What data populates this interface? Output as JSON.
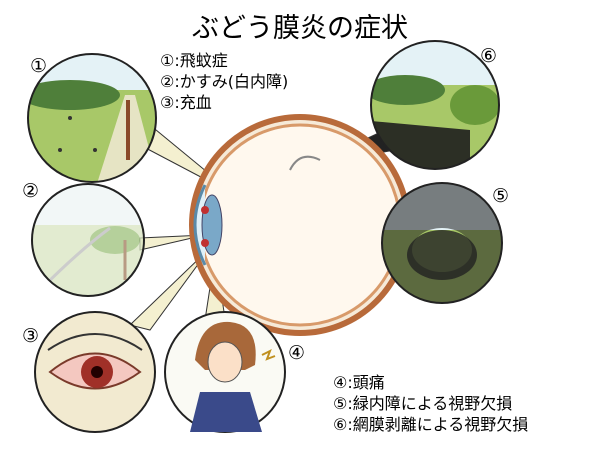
{
  "title": "ぶどう膜炎の症状",
  "labels": {
    "n1": "①",
    "n2": "②",
    "n3": "③",
    "n4": "④",
    "n5": "⑤",
    "n6": "⑥"
  },
  "legend_top": [
    "①:飛蚊症",
    "②:かすみ(白内障)",
    "③:充血"
  ],
  "legend_bottom": [
    "④:頭痛",
    "⑤:緑内障による視野欠損",
    "⑥:網膜剥離による視野欠損"
  ],
  "colors": {
    "sky": "#cfe6ee",
    "grass": "#9dbf5a",
    "tree": "#5d8a3a",
    "sclera": "#f0d8c0",
    "vessel": "#b04a2a",
    "retina": "#c8663a"
  }
}
